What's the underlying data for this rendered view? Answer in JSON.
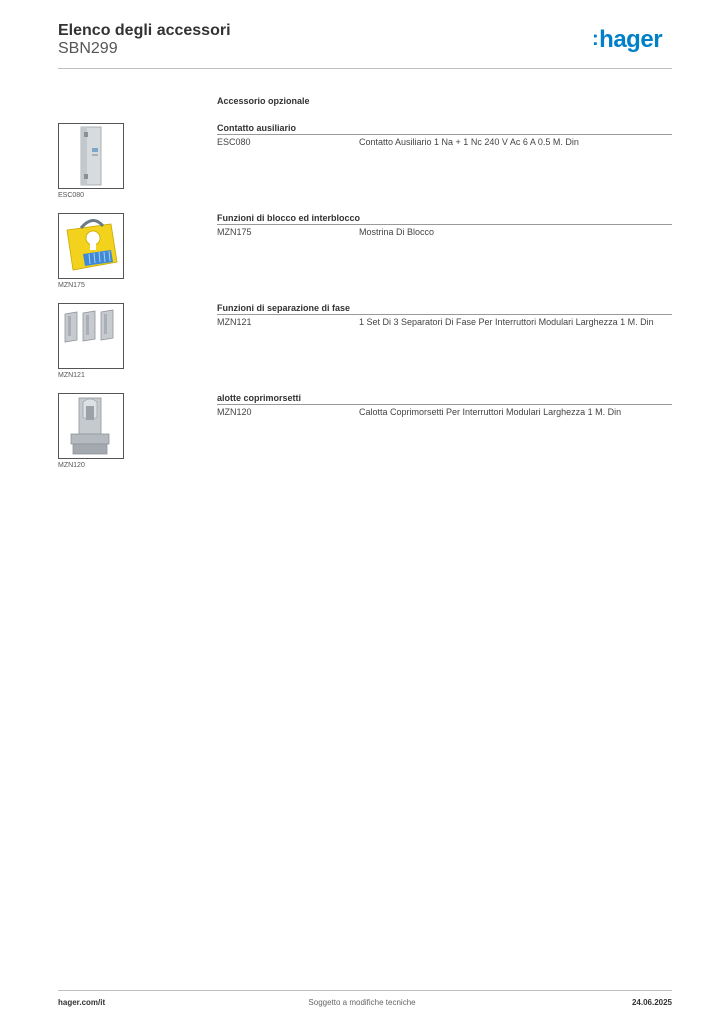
{
  "header": {
    "title": "Elenco degli accessori",
    "subtitle": "SBN299",
    "logo_text": "hager",
    "logo_color": "#0080c8"
  },
  "section_heading": "Accessorio opzionale",
  "groups": [
    {
      "category": "Contatto ausiliario",
      "code": "ESC080",
      "description": "Contatto Ausiliario 1 Na + 1 Nc 240 V Ac 6 A 0.5 M. Din",
      "thumb_caption": "ESC080"
    },
    {
      "category": "Funzioni di blocco ed interblocco",
      "code": "MZN175",
      "description": "Mostrina Di Blocco",
      "thumb_caption": "MZN175"
    },
    {
      "category": "Funzioni di separazione di fase",
      "code": "MZN121",
      "description": "1 Set Di 3 Separatori Di Fase Per Interruttori Modulari Larghezza 1 M. Din",
      "thumb_caption": "MZN121"
    },
    {
      "category": "alotte coprimorsetti",
      "code": "MZN120",
      "description": "Calotta Coprimorsetti Per Interruttori Modulari Larghezza 1 M. Din",
      "thumb_caption": "MZN120"
    }
  ],
  "footer": {
    "website": "hager.com/it",
    "note": "Soggetto a modifiche tecniche",
    "date": "24.06.2025"
  }
}
